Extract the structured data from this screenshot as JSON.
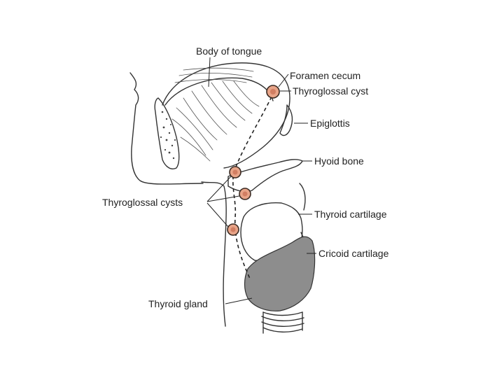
{
  "labels": {
    "body_of_tongue": "Body of tongue",
    "foramen_cecum": "Foramen cecum",
    "thyroglossal_cyst": "Thyroglossal cyst",
    "epiglottis": "Epiglottis",
    "hyoid_bone": "Hyoid bone",
    "thyroglossal_cysts": "Thyroglossal cysts",
    "thyroid_cartilage": "Thyroid cartilage",
    "cricoid_cartilage": "Cricoid cartilage",
    "thyroid_gland": "Thyroid gland"
  },
  "colors": {
    "cyst_fill": "#e8a488",
    "cyst_core": "#d27e62",
    "gland_fill": "#8d8d8d",
    "cartilage_fill": "#ececec",
    "line": "#333333"
  }
}
